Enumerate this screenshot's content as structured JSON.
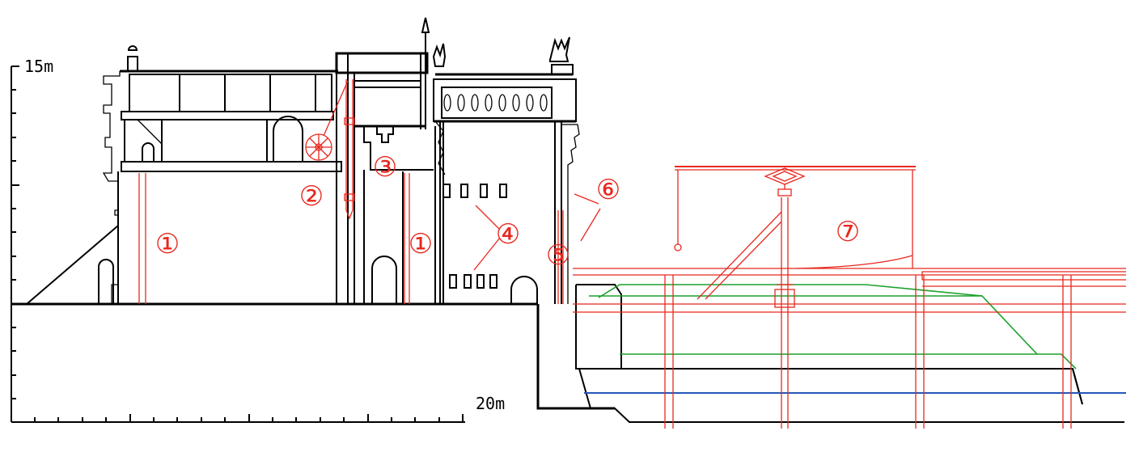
{
  "scale": {
    "vertical_label": "15m",
    "horizontal_label": "20m"
  },
  "callouts": [
    {
      "id": "c1a",
      "label": "①"
    },
    {
      "id": "c2",
      "label": "②"
    },
    {
      "id": "c3",
      "label": "③"
    },
    {
      "id": "c1b",
      "label": "①"
    },
    {
      "id": "c4",
      "label": "④"
    },
    {
      "id": "c5",
      "label": "⑤"
    },
    {
      "id": "c6",
      "label": "⑥"
    },
    {
      "id": "c7",
      "label": "⑦"
    }
  ],
  "colors": {
    "structure": "#000000",
    "stage_machinery": "#e8281e",
    "stage_platform": "#1aa12b",
    "water_level": "#2457b8"
  }
}
